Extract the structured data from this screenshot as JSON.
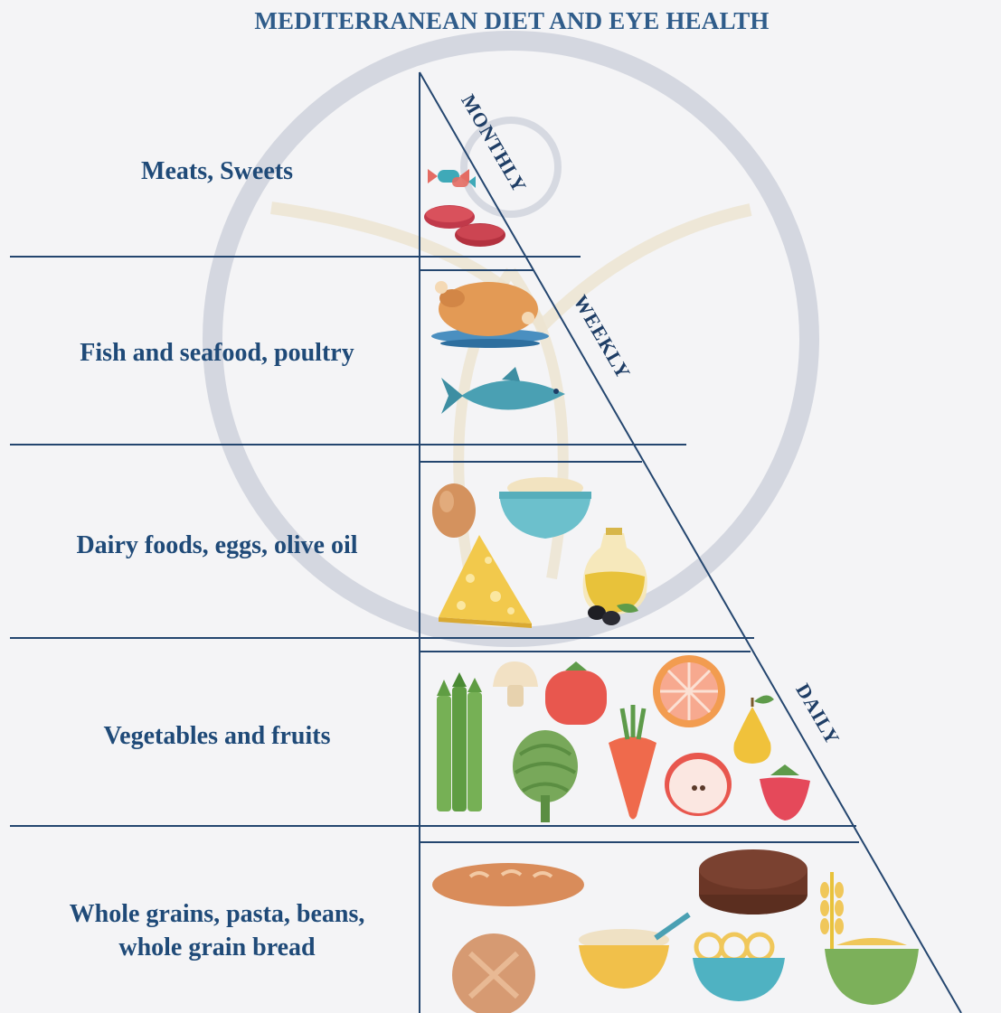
{
  "title": "MEDITERRANEAN DIET AND EYE HEALTH",
  "tiers": [
    {
      "label": "Meats, Sweets",
      "frequency": "MONTHLY"
    },
    {
      "label": "Fish and seafood, poultry",
      "frequency": "WEEKLY"
    },
    {
      "label": "Dairy foods, eggs, olive oil",
      "frequency": ""
    },
    {
      "label": "Vegetables and fruits",
      "frequency": "DAILY"
    },
    {
      "label": "Whole grains, pasta, beans, whole grain bread",
      "frequency": ""
    }
  ],
  "label_lines": {
    "grains_line1": "Whole grains, pasta, beans,",
    "grains_line2": "whole grain bread"
  },
  "foods": {
    "tier1": [
      "candy-icon",
      "meat-patties-icon"
    ],
    "tier2": [
      "roast-chicken-icon",
      "fish-icon"
    ],
    "tier3": [
      "egg-icon",
      "bowl-icon",
      "cheese-wedge-icon",
      "olive-oil-jug-icon",
      "olives-icon"
    ],
    "tier4": [
      "asparagus-icon",
      "mushroom-icon",
      "tomato-icon",
      "grapefruit-icon",
      "pear-icon",
      "artichoke-icon",
      "carrot-icon",
      "apple-half-icon",
      "raspberry-icon"
    ],
    "tier5": [
      "baguette-icon",
      "chocolate-cake-icon",
      "wheat-icon",
      "bread-roll-icon",
      "porridge-bowl-icon",
      "pasta-bowl-icon",
      "flour-bowl-icon"
    ]
  },
  "colors": {
    "title": "#2f5c8a",
    "label": "#1f4a78",
    "lines": "#24466f",
    "watermark": "#c9cdd8",
    "background": "#f4f4f6"
  }
}
